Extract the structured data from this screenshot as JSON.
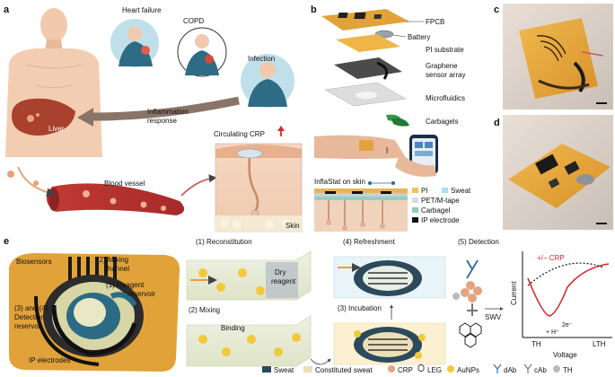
{
  "panels": {
    "a": {
      "letter": "a",
      "conditions": [
        "Heart failure",
        "COPD",
        "Infection"
      ],
      "inflammation_label": "Inflammation\nresponse",
      "liver_label": "Liver",
      "vessel_label": "Blood vessel",
      "crp_label": "Circulating CRP",
      "skin_label": "Skin"
    },
    "b": {
      "letter": "b",
      "layers": [
        "FPCB",
        "Battery",
        "PI substrate",
        "Graphene\nsensor array",
        "Microfluidics",
        "Carbagels"
      ],
      "inflastat_label": "InflaStat on skin",
      "legend": [
        "PI",
        "Sweat",
        "PET/M-tape",
        "Carbagel",
        "IP electrode"
      ]
    },
    "c": {
      "letter": "c"
    },
    "d": {
      "letter": "d"
    },
    "e": {
      "letter": "e",
      "biosensors_label": "Biosensors",
      "mixing_channel": "(2) Mixing\nchannel",
      "reagent_reservoir": "(1) Reagent\nreservoir",
      "detection_reservoir": "(3) and (4)\nDetection\nreservoir",
      "ip_electrodes": "IP electrodes",
      "steps": [
        "(1) Reconstitution",
        "(2) Mixing",
        "(3) Incubation",
        "(4) Refreshment",
        "(5) Detection"
      ],
      "dry_reagent": "Dry\nreagent",
      "binding": "Binding",
      "swv": "SWV",
      "curve_label": "+/− CRP",
      "y_axis": "Current",
      "x_axis": "Voltage",
      "th": "TH",
      "lth": "LTH",
      "reaction": "+ H⁺",
      "electrons": "2e⁻",
      "legend": [
        "Sweat",
        "Constituted sweat",
        "CRP",
        "LEG",
        "AuNPs",
        "dAb",
        "cAb",
        "TH"
      ]
    }
  },
  "colors": {
    "orange": "#e7a53a",
    "dark_orange": "#c98a2a",
    "teal": "#2e6b84",
    "red": "#d8262b",
    "skin": "#f2cdb4",
    "liver": "#a8422e",
    "gold": "#f3c83a"
  }
}
